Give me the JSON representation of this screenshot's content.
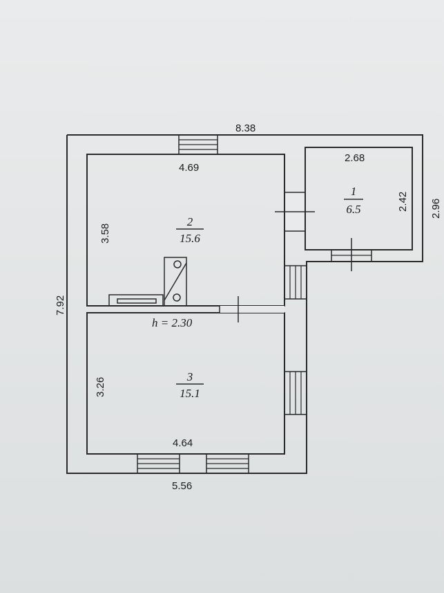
{
  "dimensions": {
    "total_width": "8.38",
    "total_height": "7.92",
    "bottom_width": "5.56",
    "room1_width": "2.68",
    "room1_height": "2.42",
    "annex_height": "2.96",
    "room2_width": "4.69",
    "room2_height": "3.58",
    "room3_height": "3.26",
    "room3_width": "4.64"
  },
  "rooms": [
    {
      "number": "1",
      "area": "6.5"
    },
    {
      "number": "2",
      "area": "15.6"
    },
    {
      "number": "3",
      "area": "15.1"
    }
  ],
  "ceiling_height": "h = 2.30"
}
